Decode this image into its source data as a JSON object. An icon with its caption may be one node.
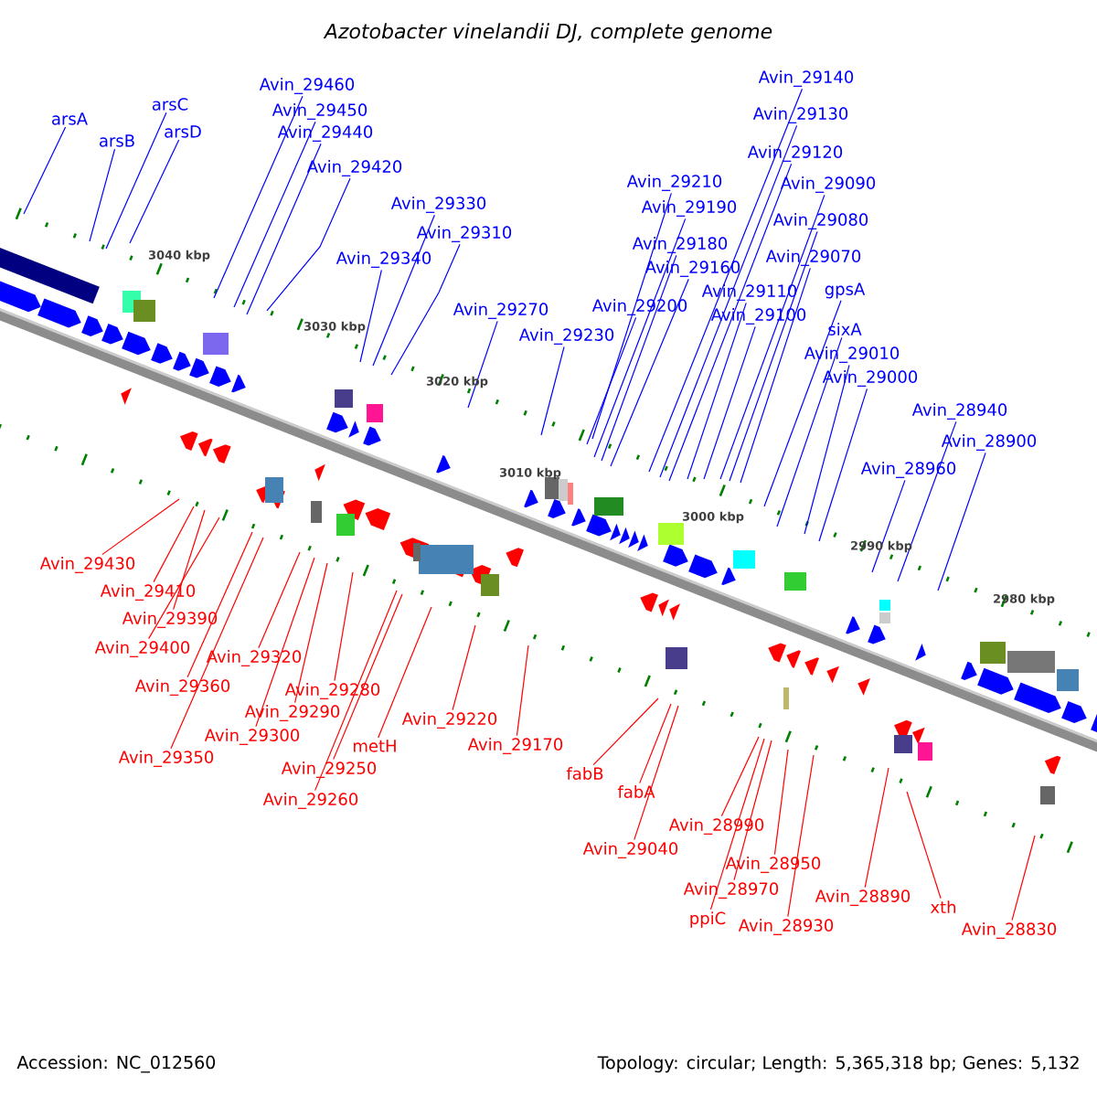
{
  "diagram": {
    "title": "Azotobacter vinelandii DJ, complete genome",
    "nodes": [
      {
        "text": [
          "arsA"
        ]
      },
      {
        "text": [
          "arsB"
        ]
      },
      {
        "text": [
          "arsC"
        ]
      },
      {
        "text": [
          "arsD"
        ]
      },
      {
        "text": [
          "Avin_29460"
        ]
      },
      {
        "text": [
          "Avin_29450"
        ]
      },
      {
        "text": [
          "Avin_29440"
        ]
      },
      {
        "text": [
          "Avin_29420"
        ]
      },
      {
        "text": [
          "Avin_29330"
        ]
      },
      {
        "text": [
          "Avin_29310"
        ]
      },
      {
        "text": [
          "Avin_29340"
        ]
      },
      {
        "text": [
          "Avin_29270"
        ]
      },
      {
        "text": [
          "Avin_29230"
        ]
      },
      {
        "text": [
          "Avin_29210"
        ]
      },
      {
        "text": [
          "Avin_29190"
        ]
      },
      {
        "text": [
          "Avin_29180"
        ]
      },
      {
        "text": [
          "Avin_29160"
        ]
      },
      {
        "text": [
          "Avin_29200"
        ]
      },
      {
        "text": [
          "Avin_29140"
        ]
      },
      {
        "text": [
          "Avin_29130"
        ]
      },
      {
        "text": [
          "Avin_29120"
        ]
      },
      {
        "text": [
          "Avin_29090"
        ]
      },
      {
        "text": [
          "Avin_29080"
        ]
      },
      {
        "text": [
          "Avin_29070"
        ]
      },
      {
        "text": [
          "Avin_29110"
        ]
      },
      {
        "text": [
          "Avin_29100"
        ]
      },
      {
        "text": [
          "gpsA"
        ]
      },
      {
        "text": [
          "sixA"
        ]
      },
      {
        "text": [
          "Avin_29010"
        ]
      },
      {
        "text": [
          "Avin_29000"
        ]
      },
      {
        "text": [
          "Avin_28940"
        ]
      },
      {
        "text": [
          "Avin_28960"
        ]
      },
      {
        "text": [
          "Avin_28900"
        ]
      },
      {
        "text": [
          "Avin_29430"
        ]
      },
      {
        "text": [
          "Avin_29410"
        ]
      },
      {
        "text": [
          "Avin_29390"
        ]
      },
      {
        "text": [
          "Avin_29400"
        ]
      },
      {
        "text": [
          "Avin_29360"
        ]
      },
      {
        "text": [
          "Avin_29320"
        ]
      },
      {
        "text": [
          "Avin_29350"
        ]
      },
      {
        "text": [
          "Avin_29280"
        ]
      },
      {
        "text": [
          "Avin_29290"
        ]
      },
      {
        "text": [
          "Avin_29300"
        ]
      },
      {
        "text": [
          "Avin_29250"
        ]
      },
      {
        "text": [
          "Avin_29260"
        ]
      },
      {
        "text": [
          "metH"
        ]
      },
      {
        "text": [
          "Avin_29220"
        ]
      },
      {
        "text": [
          "Avin_29170"
        ]
      },
      {
        "text": [
          "fabB"
        ]
      },
      {
        "text": [
          "fabA"
        ]
      },
      {
        "text": [
          "Avin_29040"
        ]
      },
      {
        "text": [
          "Avin_28990"
        ]
      },
      {
        "text": [
          "Avin_28950"
        ]
      },
      {
        "text": [
          "Avin_28970"
        ]
      },
      {
        "text": [
          "ppiC"
        ]
      },
      {
        "text": [
          "Avin_28930"
        ]
      },
      {
        "text": [
          "Avin_28890"
        ]
      },
      {
        "text": [
          "xth"
        ]
      },
      {
        "text": [
          "Avin_28830"
        ]
      }
    ],
    "edges": [
      {
        "from": 0,
        "to": null,
        "arrow": "none"
      },
      {
        "from": 1,
        "to": null,
        "arrow": "none"
      },
      {
        "from": 2,
        "to": null,
        "arrow": "none"
      },
      {
        "from": 3,
        "to": null,
        "arrow": "none"
      },
      {
        "from": 4,
        "to": null,
        "arrow": "none"
      },
      {
        "from": 5,
        "to": null,
        "arrow": "none"
      },
      {
        "from": 6,
        "to": null,
        "arrow": "none"
      },
      {
        "from": 7,
        "to": null,
        "arrow": "none"
      },
      {
        "from": 8,
        "to": null,
        "arrow": "none"
      },
      {
        "from": 9,
        "to": null,
        "arrow": "none"
      },
      {
        "from": 10,
        "to": null,
        "arrow": "none"
      },
      {
        "from": 11,
        "to": null,
        "arrow": "none"
      },
      {
        "from": 12,
        "to": null,
        "arrow": "none"
      },
      {
        "from": 13,
        "to": null,
        "arrow": "none"
      },
      {
        "from": 14,
        "to": null,
        "arrow": "none"
      },
      {
        "from": 15,
        "to": null,
        "arrow": "none"
      },
      {
        "from": 16,
        "to": null,
        "arrow": "none"
      },
      {
        "from": 17,
        "to": null,
        "arrow": "none"
      },
      {
        "from": 18,
        "to": null,
        "arrow": "none"
      },
      {
        "from": 19,
        "to": null,
        "arrow": "none"
      },
      {
        "from": 20,
        "to": null,
        "arrow": "none"
      },
      {
        "from": 21,
        "to": null,
        "arrow": "none"
      },
      {
        "from": 22,
        "to": null,
        "arrow": "none"
      },
      {
        "from": 23,
        "to": null,
        "arrow": "none"
      },
      {
        "from": 24,
        "to": null,
        "arrow": "none"
      },
      {
        "from": 25,
        "to": null,
        "arrow": "none"
      },
      {
        "from": 26,
        "to": null,
        "arrow": "none"
      },
      {
        "from": 27,
        "to": null,
        "arrow": "none"
      },
      {
        "from": 28,
        "to": null,
        "arrow": "none"
      },
      {
        "from": 29,
        "to": null,
        "arrow": "none"
      },
      {
        "from": 30,
        "to": null,
        "arrow": "none"
      },
      {
        "from": 31,
        "to": null,
        "arrow": "none"
      },
      {
        "from": 32,
        "to": null,
        "arrow": "none"
      },
      {
        "from": 33,
        "to": null,
        "arrow": "none",
        "color": "#ff0000"
      },
      {
        "from": 34,
        "to": null,
        "arrow": "none",
        "color": "#ff0000"
      },
      {
        "from": 35,
        "to": null,
        "arrow": "none",
        "color": "#ff0000"
      },
      {
        "from": 36,
        "to": null,
        "arrow": "none",
        "color": "#ff0000"
      },
      {
        "from": 37,
        "to": null,
        "arrow": "none",
        "color": "#ff0000"
      },
      {
        "from": 38,
        "to": null,
        "arrow": "none",
        "color": "#ff0000"
      },
      {
        "from": 39,
        "to": null,
        "arrow": "none",
        "color": "#ff0000"
      },
      {
        "from": 40,
        "to": null,
        "arrow": "none",
        "color": "#ff0000"
      },
      {
        "from": 41,
        "to": null,
        "arrow": "none",
        "color": "#ff0000"
      },
      {
        "from": 42,
        "to": null,
        "arrow": "none",
        "color": "#ff0000"
      },
      {
        "from": 43,
        "to": null,
        "arrow": "none",
        "color": "#ff0000"
      },
      {
        "from": 44,
        "to": null,
        "arrow": "none",
        "color": "#ff0000"
      },
      {
        "from": 45,
        "to": null,
        "arrow": "none",
        "color": "#ff0000"
      },
      {
        "from": 46,
        "to": null,
        "arrow": "none",
        "color": "#ff0000"
      },
      {
        "from": 47,
        "to": null,
        "arrow": "none",
        "color": "#ff0000"
      },
      {
        "from": 48,
        "to": null,
        "arrow": "none",
        "color": "#ff0000"
      },
      {
        "from": 49,
        "to": null,
        "arrow": "none",
        "color": "#ff0000"
      },
      {
        "from": 50,
        "to": null,
        "arrow": "none",
        "color": "#ff0000"
      },
      {
        "from": 51,
        "to": null,
        "arrow": "none",
        "color": "#ff0000"
      },
      {
        "from": 52,
        "to": null,
        "arrow": "none",
        "color": "#ff0000"
      },
      {
        "from": 53,
        "to": null,
        "arrow": "none",
        "color": "#ff0000"
      },
      {
        "from": 54,
        "to": null,
        "arrow": "none",
        "color": "#ff0000"
      },
      {
        "from": 55,
        "to": null,
        "arrow": "none",
        "color": "#ff0000"
      },
      {
        "from": 56,
        "to": null,
        "arrow": "none",
        "color": "#ff0000"
      },
      {
        "from": 57,
        "to": null,
        "arrow": "none",
        "color": "#ff0000"
      },
      {
        "from": 58,
        "to": null,
        "arrow": "none",
        "color": "#ff0000"
      }
    ],
    "labels": [
      "3040 kbp",
      "3030 kbp",
      "3020 kbp",
      "3010 kbp",
      "3000 kbp",
      "2990 kbp",
      "2980 kbp",
      "Accession: NC_012560",
      "Topology: circular; Length: 5,365,318 bp; Genes: 5,132"
    ]
  }
}
